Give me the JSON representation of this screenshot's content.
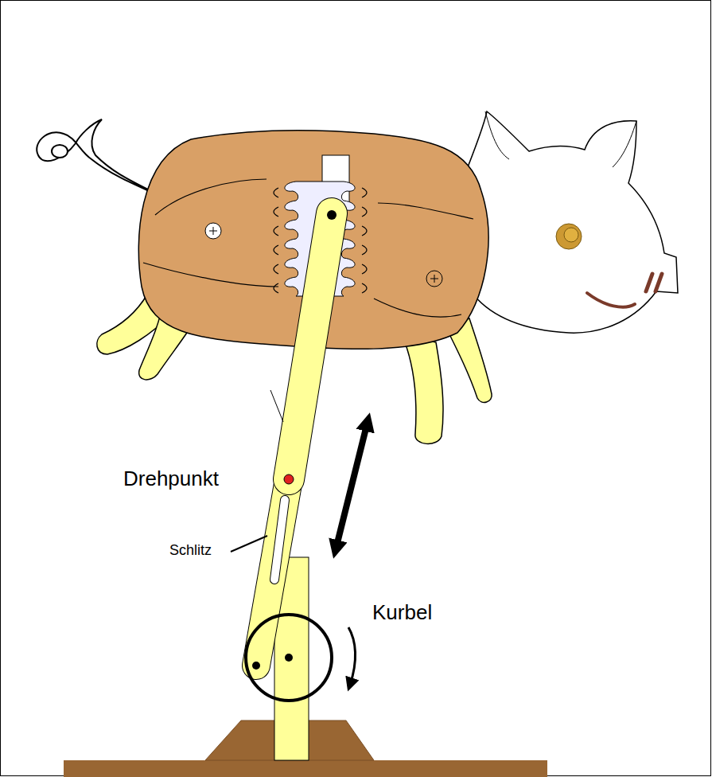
{
  "diagram": {
    "labels": [
      "Drehpunkt",
      "Schlitz",
      "Kurbel"
    ]
  }
}
